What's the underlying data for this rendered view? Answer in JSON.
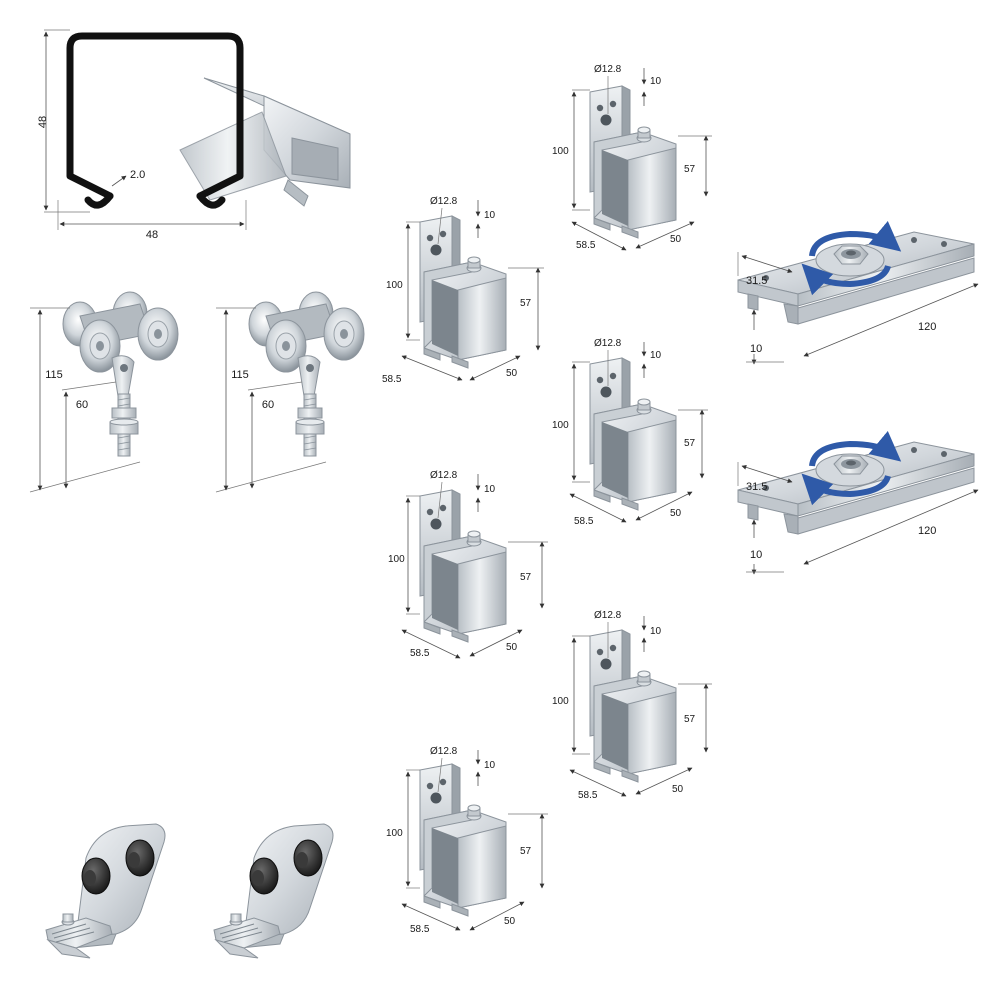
{
  "colors": {
    "background": "#ffffff",
    "metal_light": "#e4e8ec",
    "metal_mid": "#c4cad0",
    "metal_dark": "#8c949c",
    "rubber": "#2a2a2a",
    "arrow_blue": "#2f5aa8",
    "profile_stroke": "#111111"
  },
  "track_profile": {
    "height": "48",
    "width": "48",
    "thickness": "2.0"
  },
  "trolleys": [
    {
      "overall_height": "115",
      "stem_height": "60"
    },
    {
      "overall_height": "115",
      "stem_height": "60"
    }
  ],
  "brackets": [
    {
      "hole": "Ø12.8",
      "offset": "10",
      "height": "100",
      "inner_height": "57",
      "depth": "58.5",
      "width": "50"
    },
    {
      "hole": "Ø12.8",
      "offset": "10",
      "height": "100",
      "inner_height": "57",
      "depth": "58.5",
      "width": "50"
    },
    {
      "hole": "Ø12.8",
      "offset": "10",
      "height": "100",
      "inner_height": "57",
      "depth": "58.5",
      "width": "50"
    },
    {
      "hole": "Ø12.8",
      "offset": "10",
      "height": "100",
      "inner_height": "57",
      "depth": "58.5",
      "width": "50"
    },
    {
      "hole": "Ø12.8",
      "offset": "10",
      "height": "100",
      "inner_height": "57",
      "depth": "58.5",
      "width": "50"
    },
    {
      "hole": "Ø12.8",
      "offset": "10",
      "height": "100",
      "inner_height": "57",
      "depth": "58.5",
      "width": "50"
    }
  ],
  "end_stops": [
    {
      "width": "31.5",
      "height": "10",
      "length": "120"
    },
    {
      "width": "31.5",
      "height": "10",
      "length": "120"
    }
  ],
  "floor_guides": [
    {
      "icon": "floor-guide-icon"
    },
    {
      "icon": "floor-guide-icon"
    }
  ]
}
